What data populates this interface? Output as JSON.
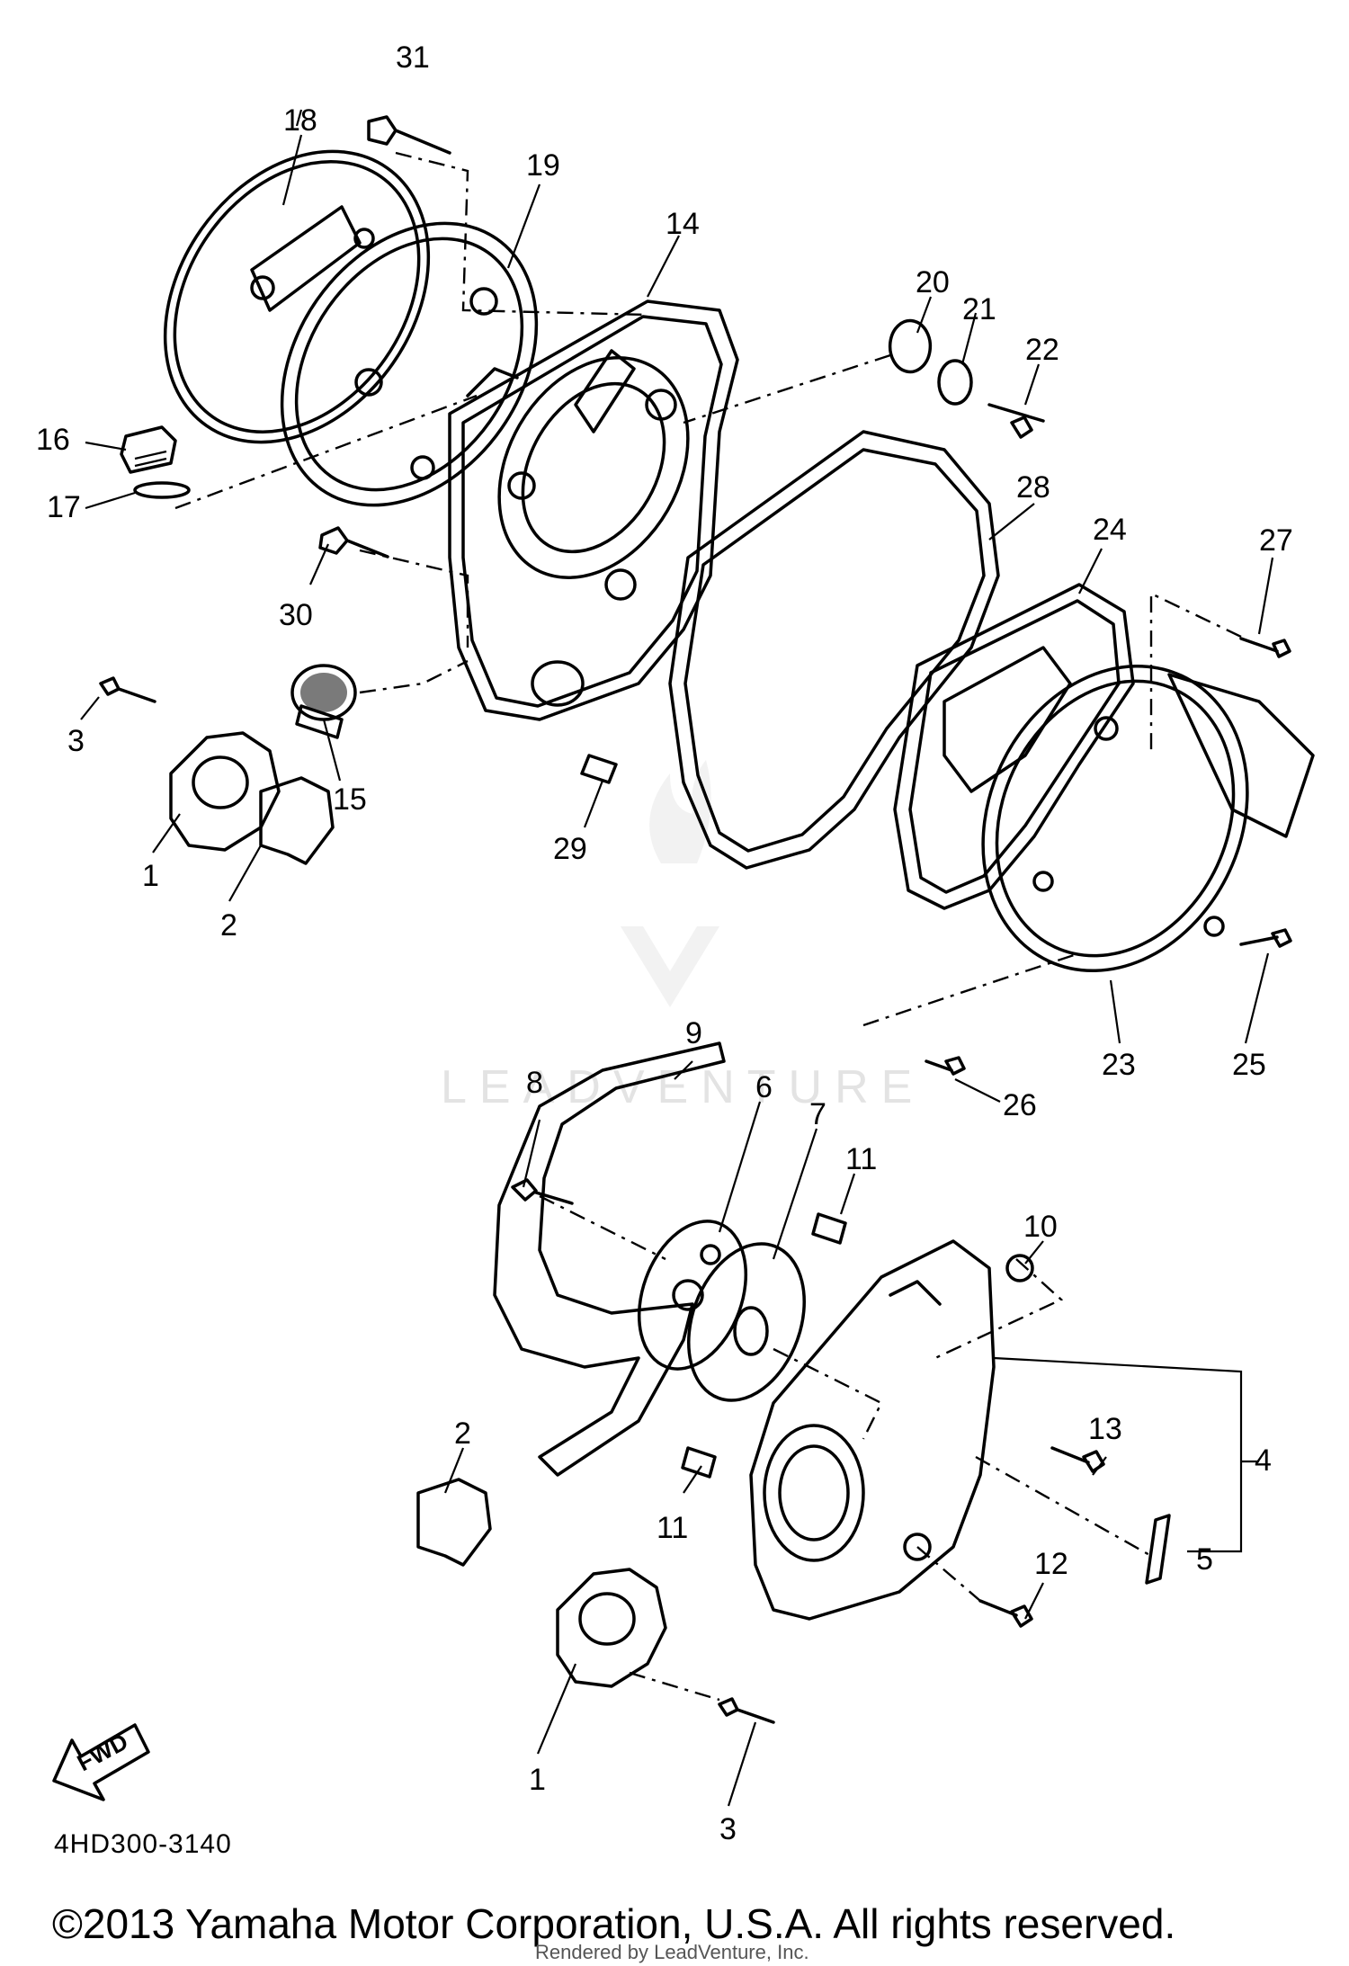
{
  "diagram": {
    "part_code": "4HD300-3140",
    "copyright": "©2013 Yamaha Motor Corporation, U.S.A. All rights reserved.",
    "rendered_by": "Rendered by LeadVenture, Inc.",
    "watermark": "LEADVENTURE",
    "fwd_label": "FWD",
    "callouts": {
      "c1a": "1",
      "c1b": "1",
      "c2a": "2",
      "c2b": "2",
      "c3a": "3",
      "c3b": "3",
      "c4": "4",
      "c5": "5",
      "c6": "6",
      "c7": "7",
      "c8": "8",
      "c9": "9",
      "c10": "10",
      "c11a": "11",
      "c11b": "11",
      "c12": "12",
      "c13": "13",
      "c14": "14",
      "c15": "15",
      "c16": "16",
      "c17": "17",
      "c18": "18",
      "c19": "19",
      "c20": "20",
      "c21": "21",
      "c22": "22",
      "c23": "23",
      "c24": "24",
      "c25": "25",
      "c26": "26",
      "c27": "27",
      "c28": "28",
      "c29": "29",
      "c30": "30",
      "c31": "31"
    }
  }
}
